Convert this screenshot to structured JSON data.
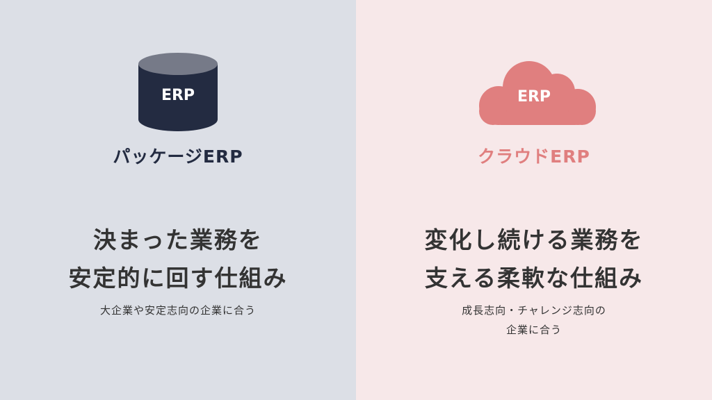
{
  "left": {
    "icon": "database-cylinder-icon",
    "icon_label": "ERP",
    "title": "パッケージERP",
    "headline_line1": "決まった業務を",
    "headline_line2": "安定的に回す仕組み",
    "description_line1": "大企業や安定志向の企業に合う",
    "background": "#dcdfe6",
    "accent": "#232b41"
  },
  "right": {
    "icon": "cloud-icon",
    "icon_label": "ERP",
    "title": "クラウドERP",
    "headline_line1": "変化し続ける業務を",
    "headline_line2": "支える柔軟な仕組み",
    "description_line1": "成長志向・チャレンジ志向の",
    "description_line2": "企業に合う",
    "background": "#f7e8e9",
    "accent": "#e07f7f"
  }
}
